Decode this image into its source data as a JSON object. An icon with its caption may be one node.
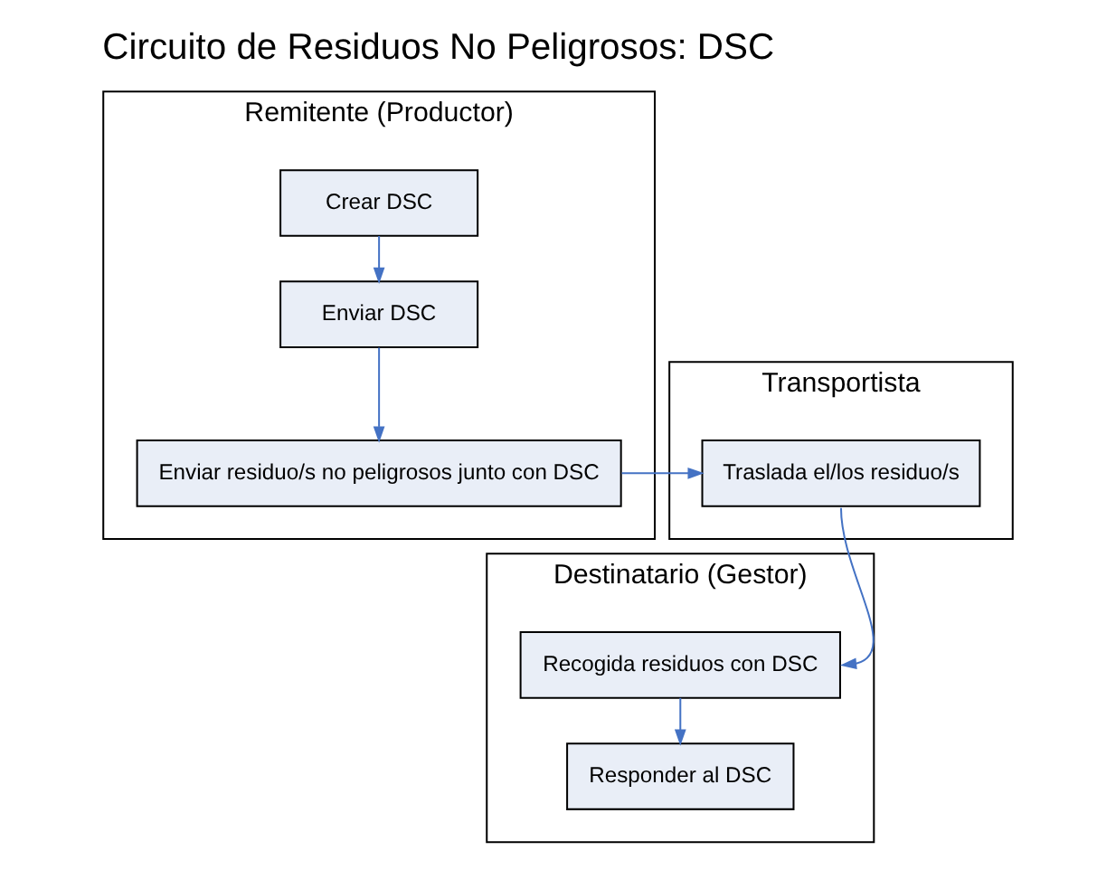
{
  "diagram": {
    "title": "Circuito de Residuos No Peligrosos: DSC",
    "nodes": [
      {
        "text": [
          "Remitente (Productor)"
        ]
      },
      {
        "text": [
          "Destinatario (Gestor)"
        ]
      },
      {
        "text": [
          "Transportista"
        ]
      },
      {
        "text": [
          "Crear DSC"
        ],
        "in": 0
      },
      {
        "text": [
          "Enviar DSC"
        ],
        "in": 0
      },
      {
        "text": [
          "Enviar residuo/s no peligrosos junto con DSC"
        ],
        "in": 0
      },
      {
        "text": [
          "Traslada el/los residuo/s"
        ],
        "in": 2
      },
      {
        "text": [
          "Recogida residuos con DSC"
        ],
        "in": 1
      },
      {
        "text": [
          "Responder al DSC"
        ],
        "in": 1
      }
    ],
    "edges": [
      {
        "from": 3,
        "to": 4,
        "arrow": "to"
      },
      {
        "from": 4,
        "to": 5,
        "arrow": "to"
      },
      {
        "from": 5,
        "to": 6,
        "arrow": "to"
      },
      {
        "from": 6,
        "to": 7,
        "arrow": "to"
      },
      {
        "from": 7,
        "to": 8,
        "arrow": "to"
      }
    ]
  }
}
